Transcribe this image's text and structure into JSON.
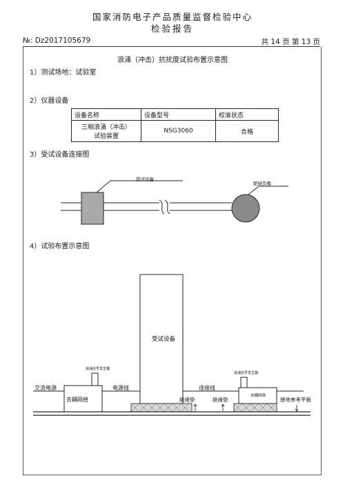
{
  "header": {
    "org": "国家消防电子产品质量监督检验中心",
    "doc_type": "检验报告",
    "report_no": "№: Dz2017105679",
    "page_info": "共 14 页  第 13 页"
  },
  "title": "浪涌（冲击）抗扰度试验布置示意图",
  "sections": {
    "s1": "1）测试场地：试验室",
    "s2": "2）仪器设备",
    "s3": "3）受试设备连接图",
    "s4": "4）试验布置示意图"
  },
  "equipment_table": {
    "headers": [
      "设备名称",
      "设备型号",
      "校准状态"
    ],
    "rows": [
      {
        "name_line1": "三相浪涌（冲击）",
        "name_line2": "试验装置",
        "model": "NSG3060",
        "status": "合格"
      }
    ]
  },
  "diagram3": {
    "eut_label": "受试设备",
    "load_label": "配接负载"
  },
  "diagram4": {
    "eut_label": "受试设备",
    "ac_supply": "交流电源",
    "decoupling": "去耦网络",
    "generator_left": "浪涌信号发生器",
    "generator_right": "浪涌信号发生器",
    "power_line": "电源线",
    "connection_line": "连接线",
    "insulator_left": "绝缘垫",
    "insulator_right": "绝缘垫",
    "coupling": "去耦网络",
    "ground_plane": "接地参考平板"
  }
}
